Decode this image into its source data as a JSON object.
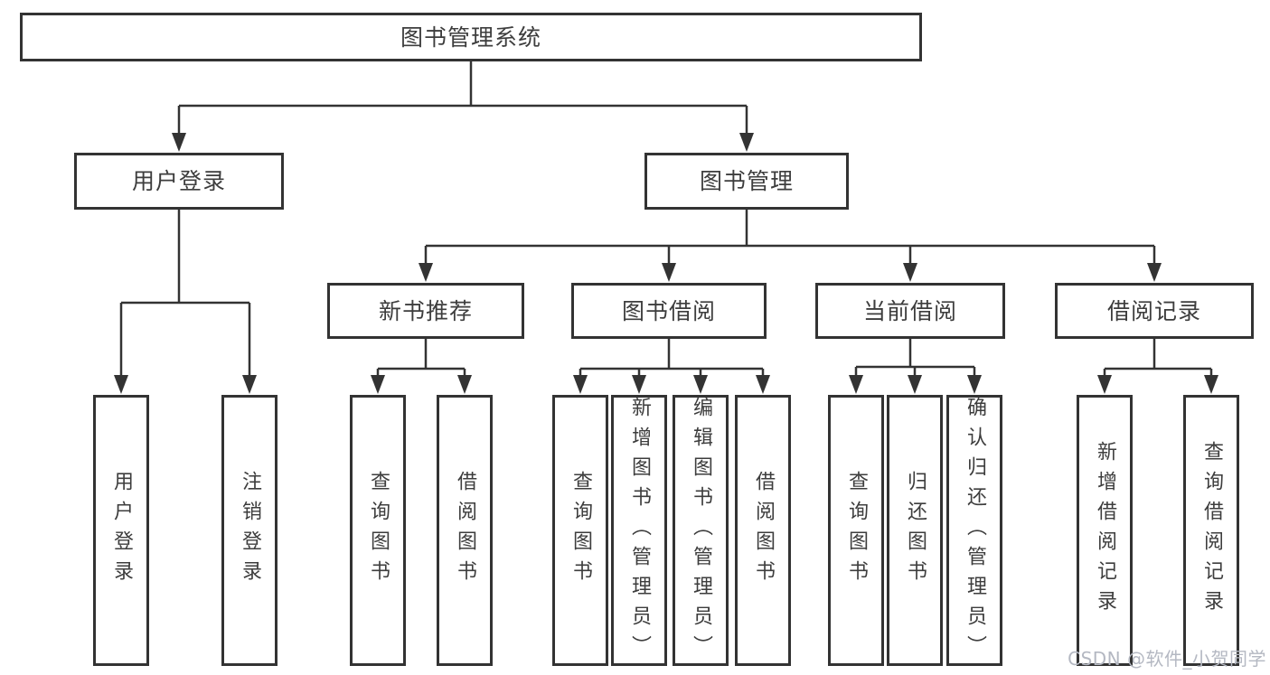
{
  "diagram": {
    "root": {
      "label": "图书管理系统"
    },
    "branches": [
      {
        "label": "用户登录",
        "children": [
          {
            "label": "用户登录"
          },
          {
            "label": "注销登录"
          }
        ]
      },
      {
        "label": "图书管理",
        "children": [
          {
            "label": "新书推荐",
            "children": [
              {
                "label": "查询图书"
              },
              {
                "label": "借阅图书"
              }
            ]
          },
          {
            "label": "图书借阅",
            "children": [
              {
                "label": "查询图书"
              },
              {
                "label": "新增图书（管理员）"
              },
              {
                "label": "编辑图书（管理员）"
              },
              {
                "label": "借阅图书"
              }
            ]
          },
          {
            "label": "当前借阅",
            "children": [
              {
                "label": "查询图书"
              },
              {
                "label": "归还图书"
              },
              {
                "label": "确认归还（管理员）"
              }
            ]
          },
          {
            "label": "借阅记录",
            "children": [
              {
                "label": "新增借阅记录"
              },
              {
                "label": "查询借阅记录"
              }
            ]
          }
        ]
      }
    ]
  },
  "watermark": "CSDN @软件_小贺同学",
  "colors": {
    "line": "#333333",
    "border": "#333333",
    "text": "#3d3d3d",
    "watermark": "#b4b8c2",
    "background": "#ffffff"
  }
}
